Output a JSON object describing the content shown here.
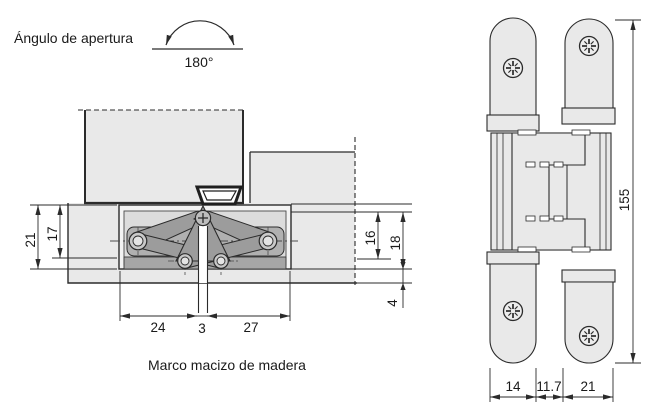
{
  "views": {
    "opening_angle": {
      "label": "Ángulo de apertura",
      "value": "180°"
    },
    "cross_section": {
      "caption": "Marco macizo de madera",
      "dimensions": {
        "d21": "21",
        "d17": "17",
        "d16": "16",
        "d18": "18",
        "d4": "4",
        "d24": "24",
        "d3": "3",
        "d27": "27"
      }
    },
    "front": {
      "dimensions": {
        "d155": "155",
        "d14": "14",
        "d11_7": "11.7",
        "d21": "21"
      }
    },
    "icons": {
      "screw": "pozidriv-screw-icon"
    },
    "colors": {
      "outline": "#2b2b2b",
      "panel_fill": "#e9e9e9",
      "pocket_fill": "#f3f3f3",
      "lining_fill": "#dcdcdc",
      "mechanism_fill": "#9c9c9c",
      "mechanism_dark": "#a6a6a6",
      "text": "#1a1a1a"
    }
  }
}
